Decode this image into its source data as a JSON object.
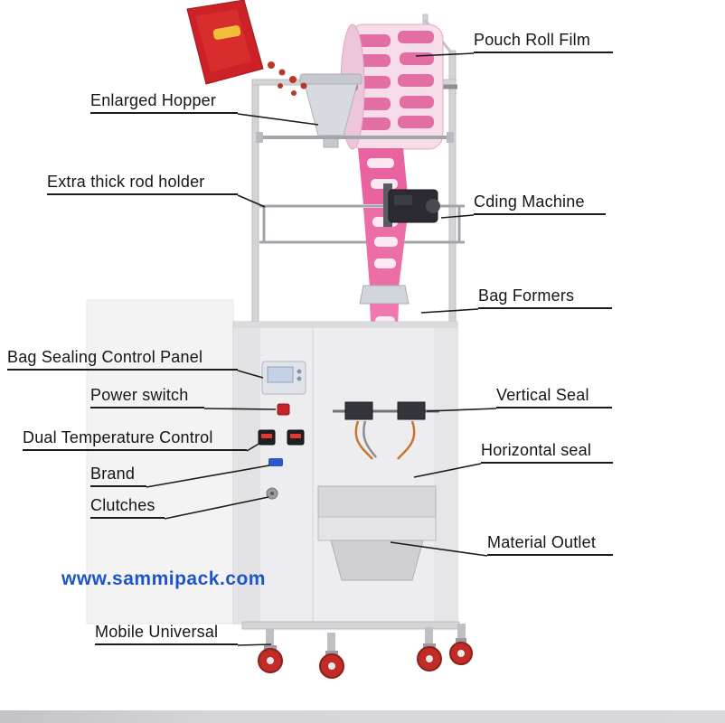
{
  "labels": {
    "pouch_roll_film": "Pouch Roll Film",
    "enlarged_hopper": "Enlarged Hopper",
    "extra_thick_rod_holder": "Extra thick rod holder",
    "cding_machine": "Cding Machine",
    "bag_formers": "Bag Formers",
    "bag_sealing_control_panel": "Bag Sealing Control Panel",
    "power_switch": "Power switch",
    "dual_temperature_control": "Dual Temperature Control",
    "brand": "Brand",
    "clutches": "Clutches",
    "vertical_seal": "Vertical Seal",
    "horizontal_seal": "Horizontal seal",
    "material_outlet": "Material Outlet",
    "mobile_universal": "Mobile Universal"
  },
  "website": "www.sammipack.com",
  "colors": {
    "label_text": "#161616",
    "leader_line": "#1b1b1b",
    "website_text": "#1d55c9",
    "film_pink": "#e8639f",
    "pouch_red": "#cc2127",
    "caster_red": "#c22c27",
    "machine_body": "#ededef"
  }
}
